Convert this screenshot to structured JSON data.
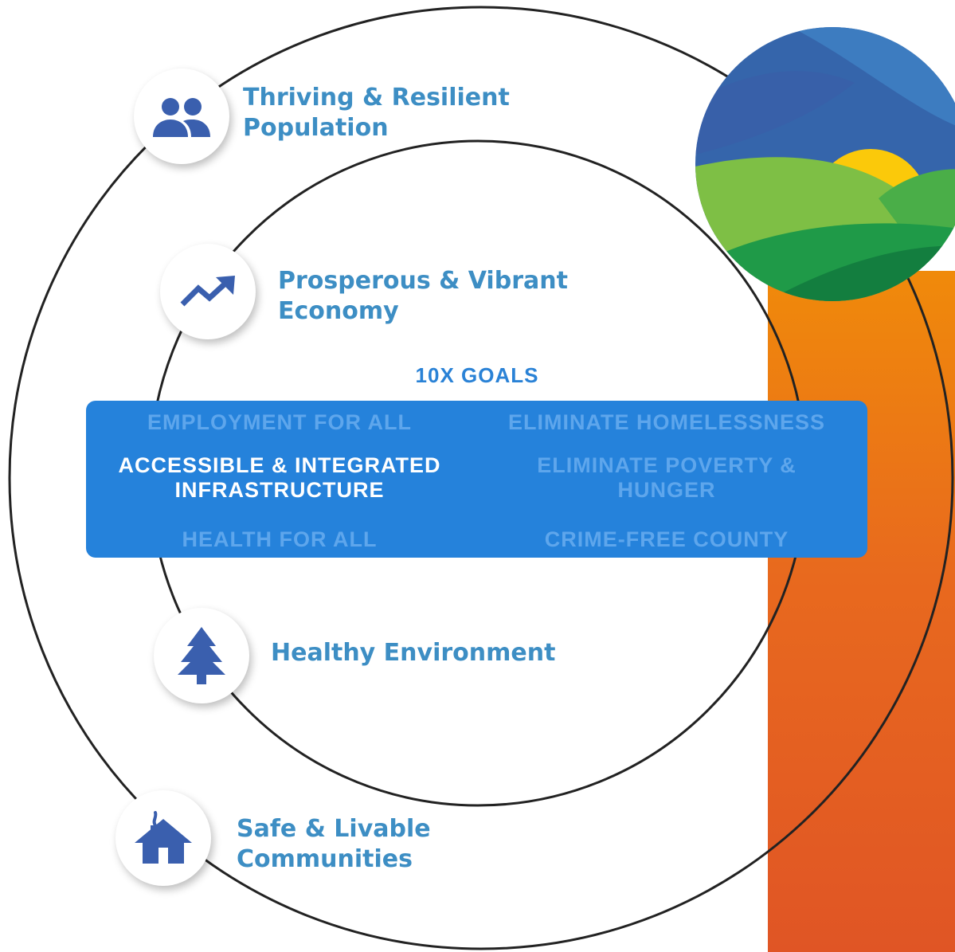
{
  "pillars": [
    {
      "line1": "Thriving & Resilient",
      "line2": "Population",
      "icon": "people-icon"
    },
    {
      "line1": "Prosperous & Vibrant",
      "line2": "Economy",
      "icon": "trending-up-icon"
    },
    {
      "line1": "Healthy Environment",
      "line2": "",
      "icon": "tree-icon"
    },
    {
      "line1": "Safe & Livable",
      "line2": "Communities",
      "icon": "house-icon"
    }
  ],
  "goals_title": "10X GOALS",
  "goals": {
    "employment": "EMPLOYMENT FOR ALL",
    "homelessness": "ELIMINATE HOMELESSNESS",
    "infrastructure_line1": "ACCESSIBLE & INTEGRATED",
    "infrastructure_line2": "INFRASTRUCTURE",
    "poverty_line1": "ELIMINATE POVERTY &",
    "poverty_line2": "HUNGER",
    "health": "HEALTH FOR ALL",
    "crime": "CRIME-FREE COUNTY"
  },
  "colors": {
    "label_blue": "#3d8ec4",
    "icon_blue": "#3a5fae",
    "goals_box": "#2582db",
    "goal_dim": "#5ea6ec",
    "goal_active": "#ffffff",
    "orange_top": "#f08a0a",
    "orange_bottom": "#e05525"
  }
}
